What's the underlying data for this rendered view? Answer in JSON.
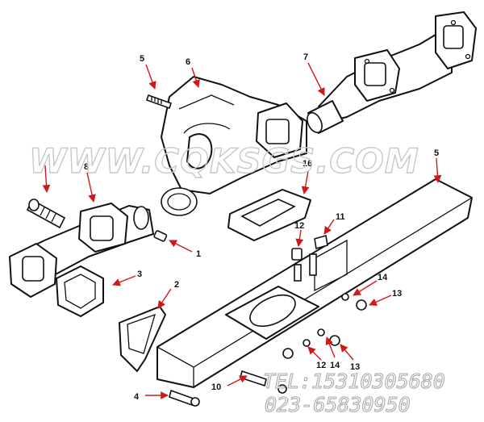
{
  "callouts": {
    "c1": "1",
    "c2": "2",
    "c3": "3",
    "c4": "4",
    "c5a": "5",
    "c5b": "5",
    "c6": "6",
    "c7": "7",
    "c8": "8",
    "c10": "10",
    "c11": "11",
    "c12a": "12",
    "c12b": "12",
    "c13a": "13",
    "c13b": "13",
    "c14a": "14",
    "c14b": "14",
    "c16": "16"
  },
  "watermark": {
    "site": "WWW.CQKSGS.COM",
    "phone": "TEL:15310305680",
    "phone2": "023-65830950"
  },
  "colors": {
    "leader": "#d01818",
    "ink": "#111111",
    "watermark": "#c8c8c8"
  }
}
